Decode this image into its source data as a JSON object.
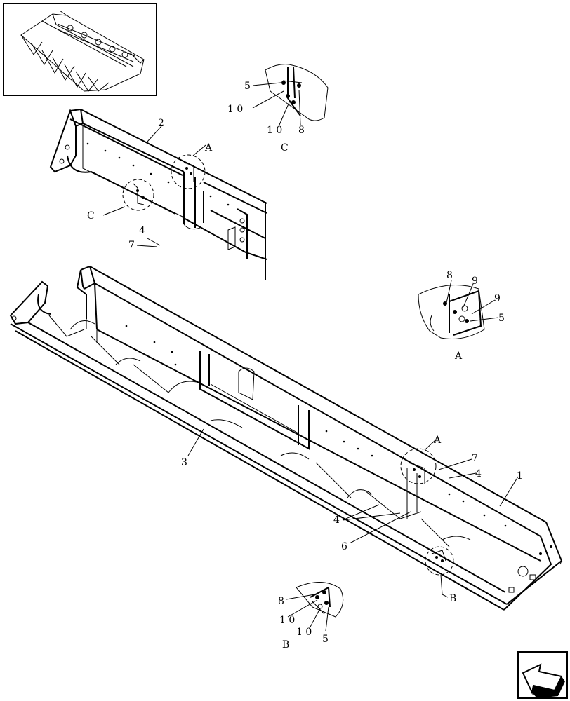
{
  "diagram": {
    "labels": {
      "detail_c_5": "5",
      "detail_c_10a": "1 0",
      "detail_c_10b": "1 0",
      "detail_c_8": "8",
      "detail_c_title": "C",
      "upper_2": "2",
      "upper_a": "A",
      "upper_c": "C",
      "upper_4": "4",
      "upper_7": "7",
      "detail_a_8": "8",
      "detail_a_9a": "9",
      "detail_a_9b": "9",
      "detail_a_5": "5",
      "detail_a_title": "A",
      "main_3": "3",
      "main_a": "A",
      "main_7": "7",
      "main_4a": "4",
      "main_1": "1",
      "main_4b": "4",
      "main_6": "6",
      "main_b": "B",
      "detail_b_8": "8",
      "detail_b_10a": "1 0",
      "detail_b_10b": "1 0",
      "detail_b_5": "5",
      "detail_b_title": "B"
    },
    "icons": {
      "thumbnail": "corn-header-thumbnail-icon",
      "nav": "previous-page-arrow-icon"
    }
  }
}
